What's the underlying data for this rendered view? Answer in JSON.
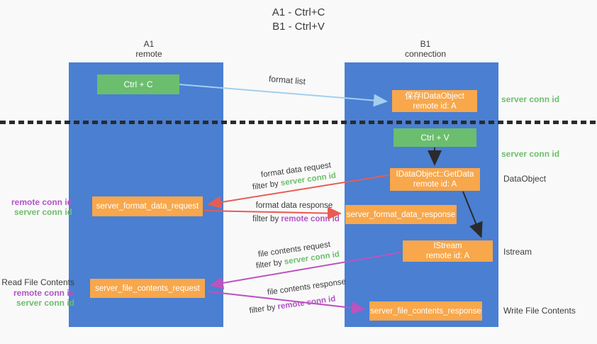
{
  "title": {
    "line1": "A1 - Ctrl+C",
    "line2": "B1 - Ctrl+V"
  },
  "columns": {
    "left": {
      "id": "A1",
      "name": "remote"
    },
    "right": {
      "id": "B1",
      "name": "connection"
    }
  },
  "boxes": {
    "ctrl_c": "Ctrl + C",
    "save_idataobject": {
      "line1": "保存IDataObject",
      "line2": "remote id: A"
    },
    "ctrl_v": "Ctrl + V",
    "getdata": {
      "line1": "IDataObject::GetData",
      "line2": "remote id: A"
    },
    "format_request": "server_format_data_request",
    "format_response": "server_format_data_response",
    "istream": {
      "line1": "IStream",
      "line2": "remote id: A"
    },
    "file_request": "server_file_contents_request",
    "file_response": "server_file_contents_response"
  },
  "side_labels": {
    "server_conn_id_right_top": "server conn id",
    "server_conn_id_right_mid": "server conn id",
    "data_object": "DataObject",
    "istream": "Istream",
    "write_file_contents": "Write File Contents",
    "remote_conn_id_left_top": "remote conn id",
    "server_conn_id_left_top": "server conn id",
    "read_file_contents": "Read File Contents",
    "remote_conn_id_left_bottom": "remote conn id",
    "server_conn_id_left_bottom": "server conn id"
  },
  "flow_labels": {
    "format_list": "format list",
    "format_data_request": "format data request",
    "format_data_response": "format data response",
    "file_contents_request": "file contents request",
    "file_contents_response": "file contents response",
    "filter_by": "filter by ",
    "server_conn_id": "server conn id",
    "remote_conn_id": "remote conn id"
  },
  "colors": {
    "background": "#f9f9f9",
    "column_blue": "#4A7FD2",
    "box_green": "#6BBE6E",
    "box_orange": "#F8A74B",
    "label_green": "#6DBE6D",
    "label_purple": "#B253C7",
    "arrow_blue": "#A3CFEE",
    "arrow_red": "#E85C54",
    "arrow_magenta": "#BC53BE",
    "arrow_black": "#2b2b2b"
  }
}
